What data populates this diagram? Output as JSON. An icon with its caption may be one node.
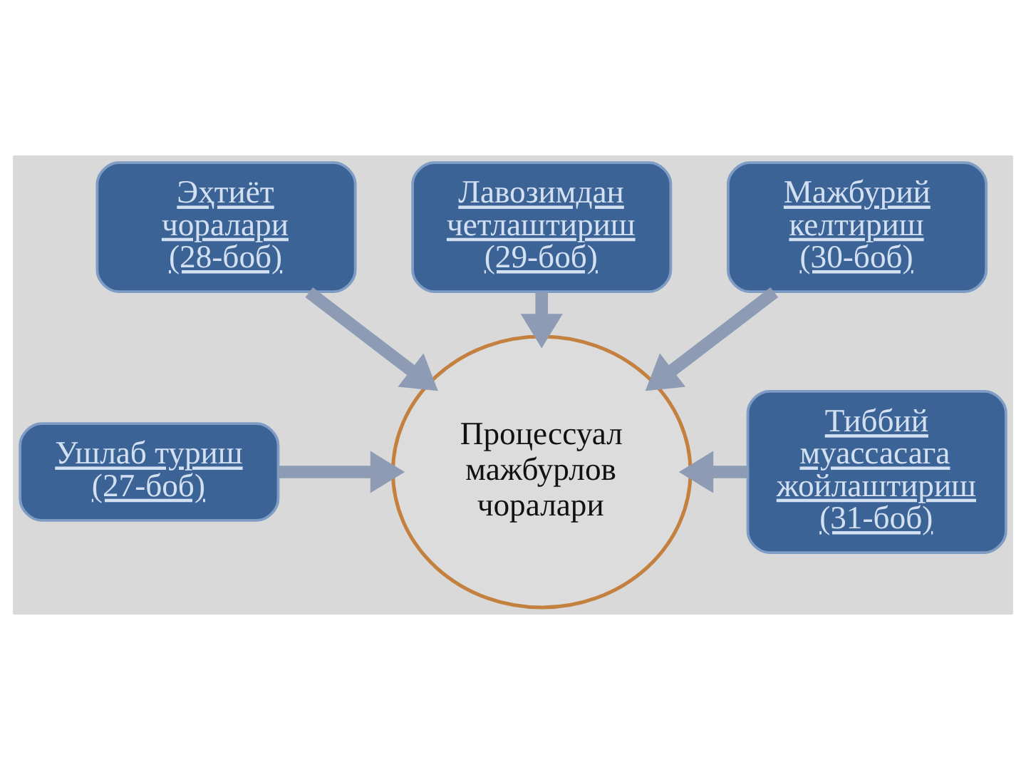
{
  "diagram": {
    "nodes": [
      {
        "text": [
          "Лавозимдан четлаштириш (29-боб)"
        ]
      },
      {
        "text": [
          "Эҳтиёт чоралари (28-боб)"
        ]
      },
      {
        "text": [
          "Мажбурий келтириш (30-боб)"
        ]
      },
      {
        "text": [
          "Ушлаб туриш (27-боб)"
        ]
      },
      {
        "text": [
          "Процессуал мажбурлов чоралари"
        ]
      },
      {
        "text": [
          "Тиббий муассасага жойлаштириш (31-боб)"
        ]
      }
    ],
    "edges": [
      {
        "from": 0,
        "to": 4,
        "arrow": "to"
      },
      {
        "from": 1,
        "to": 4,
        "arrow": "to"
      },
      {
        "from": 2,
        "to": 4,
        "arrow": "to"
      },
      {
        "from": 3,
        "to": 4,
        "arrow": "to"
      },
      {
        "from": 5,
        "to": 4,
        "arrow": "to"
      }
    ]
  }
}
